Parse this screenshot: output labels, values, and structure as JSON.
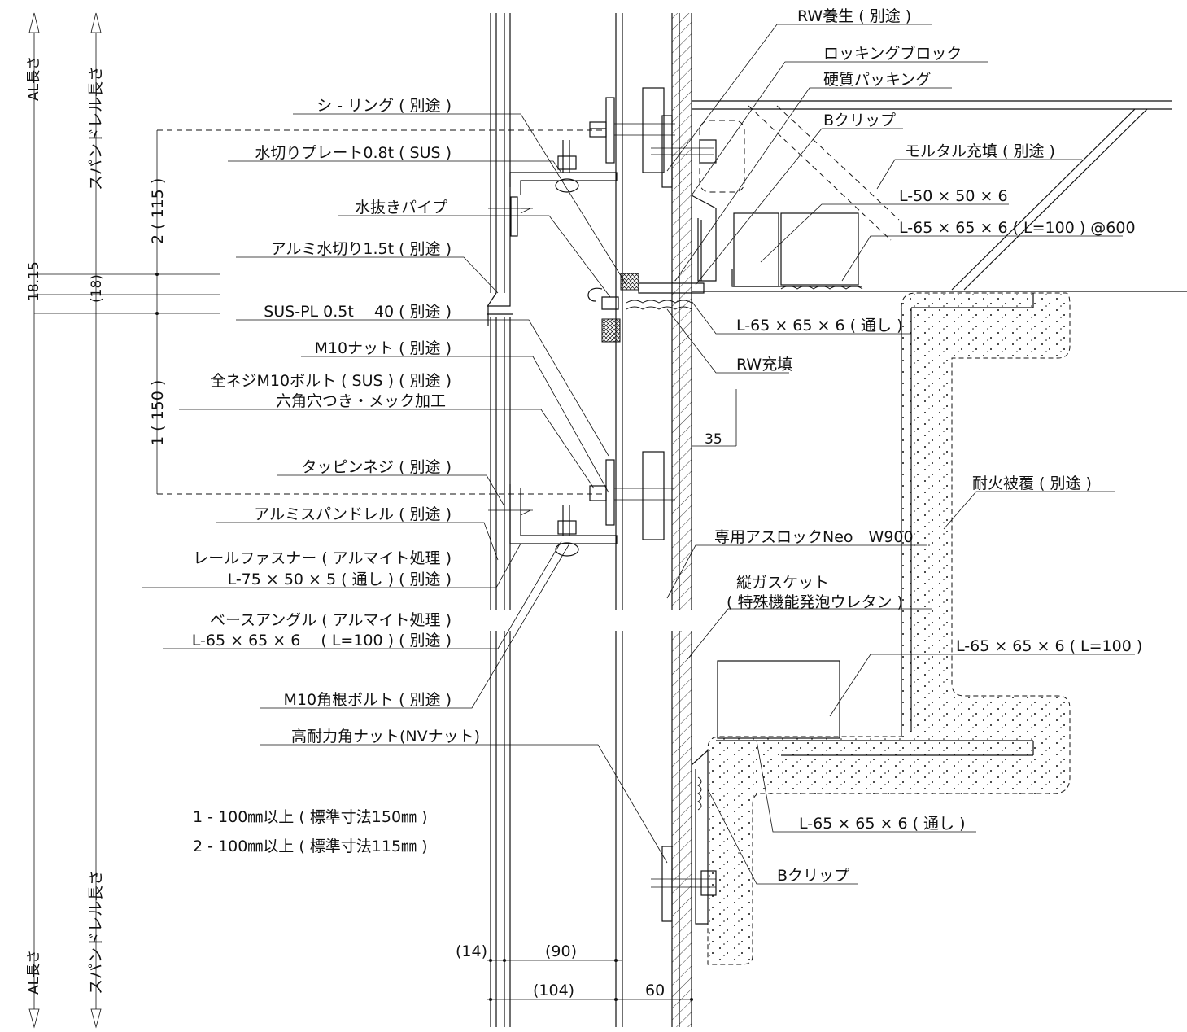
{
  "labels": {
    "sealing": "シ - リング ( 別途 )",
    "drip_plate": "水切りプレート0.8t ( SUS )",
    "drain_pipe": "水抜きパイプ",
    "alumi_drip": "アルミ水切り1.5t ( 別途 )",
    "sus_pl": "SUS-PL 0.5t　 40 ( 別途 )",
    "m10_nut": "M10ナット ( 別途 )",
    "full_bolt": "全ネジM10ボルト ( SUS ) ( 別途 )",
    "hex_hole": "六角穴つき・メック加工",
    "tapping_screw": "タッピンネジ ( 別途 )",
    "alumi_spandrel": "アルミスパンドレル ( 別途 )",
    "rail_fastener": "レールファスナー ( アルマイト処理 )",
    "rail_fastener_size": "L-75 × 50 × 5 ( 通し ) ( 別途 )",
    "base_angle": "ベースアングル ( アルマイト処理 )",
    "base_angle_size": "L-65 × 65 × 6 　( L=100 ) ( 別途 )",
    "m10_square_bolt": "M10角根ボルト ( 別途 )",
    "high_nut": "高耐力角ナット(NVナット)",
    "note1": "1 - 100㎜以上 ( 標準寸法150㎜ )",
    "note2": "2 - 100㎜以上 ( 標準寸法115㎜ )",
    "rw_cure": "RW養生 ( 別途 )",
    "locking_block": "ロッキングブロック",
    "hard_packing": "硬質パッキング",
    "b_clip_top": "Bクリップ",
    "mortar": "モルタル充填 ( 別途 )",
    "l50": "L-50 × 50 × 6",
    "l65_600": "L-65 × 65 × 6 ( L=100 ) @600",
    "l65_through_top": "L-65 × 65 × 6 ( 通し )",
    "rw_fill": "RW充填",
    "dim_35": "35",
    "fireproof": "耐火被覆 ( 別途 )",
    "asrock": "専用アスロックNeo　W900",
    "vert_gasket": "縦ガスケット",
    "vert_gasket_2": "( 特殊機能発泡ウレタン )",
    "l65_100": "L-65 × 65 × 6 ( L=100 )",
    "l65_through_bot": "L-65 × 65 × 6 ( 通し )",
    "b_clip_bot": "Bクリップ"
  },
  "dimensions": {
    "al_length_top": "AL長さ",
    "spandrel_length_top": "スパンドレル長さ",
    "al_length_bot": "AL長さ",
    "spandrel_length_bot": "スパンドレル長さ",
    "d_2_115": "2 ( 115 )",
    "d_1_150": "1 ( 150 )",
    "d_18": "(18)",
    "d_1815": "18.15",
    "d_14": "(14)",
    "d_90": "(90)",
    "d_104": "(104)",
    "d_60": "60"
  }
}
